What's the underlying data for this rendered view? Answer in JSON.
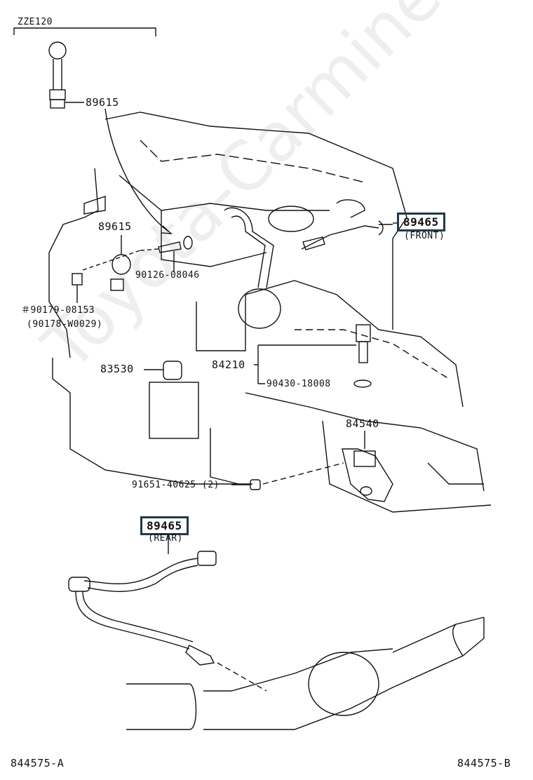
{
  "model_label": "ZZE120",
  "parts": {
    "knock_sensor_top": "89615",
    "knock_sensor_engine": "89615",
    "bolt": "90126-08046",
    "nut_marked": "＃90179-08153",
    "nut_alt": "(90178-W0029)",
    "oil_pressure_switch": "83530",
    "temp_sensor": "84210",
    "gasket": "90430-18008",
    "neutral_switch": "84540",
    "nut_washer": "91651-40625 (2)",
    "oxygen_sensor_front": "89465",
    "oxygen_sensor_front_note": "(FRONT)",
    "oxygen_sensor_rear": "89465",
    "oxygen_sensor_rear_note": "(REAR)"
  },
  "footer": {
    "left_code": "844575-A",
    "right_code": "844575-B"
  },
  "watermark": "Toyota-Carmine.ru",
  "colors": {
    "line": "#111111",
    "box_border": "#1f3a4d"
  }
}
